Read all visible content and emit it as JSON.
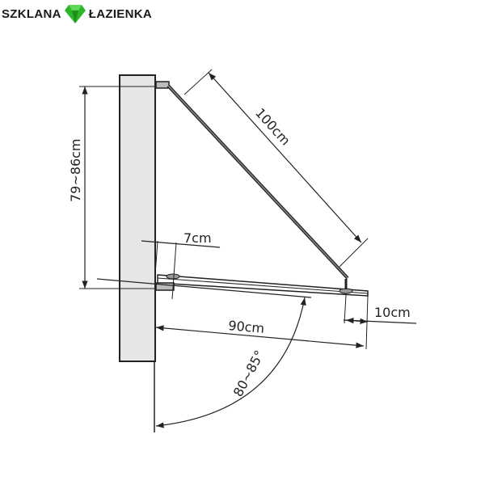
{
  "logo": {
    "left": "SZKLANA",
    "right": "ŁAZIENKA",
    "gem_color": "#2fb52a"
  },
  "dimensions": {
    "brace_length": "100cm",
    "height": "79~86cm",
    "bracket_offset": "7cm",
    "depth": "90cm",
    "overhang": "10cm",
    "angle": "80~85°"
  }
}
